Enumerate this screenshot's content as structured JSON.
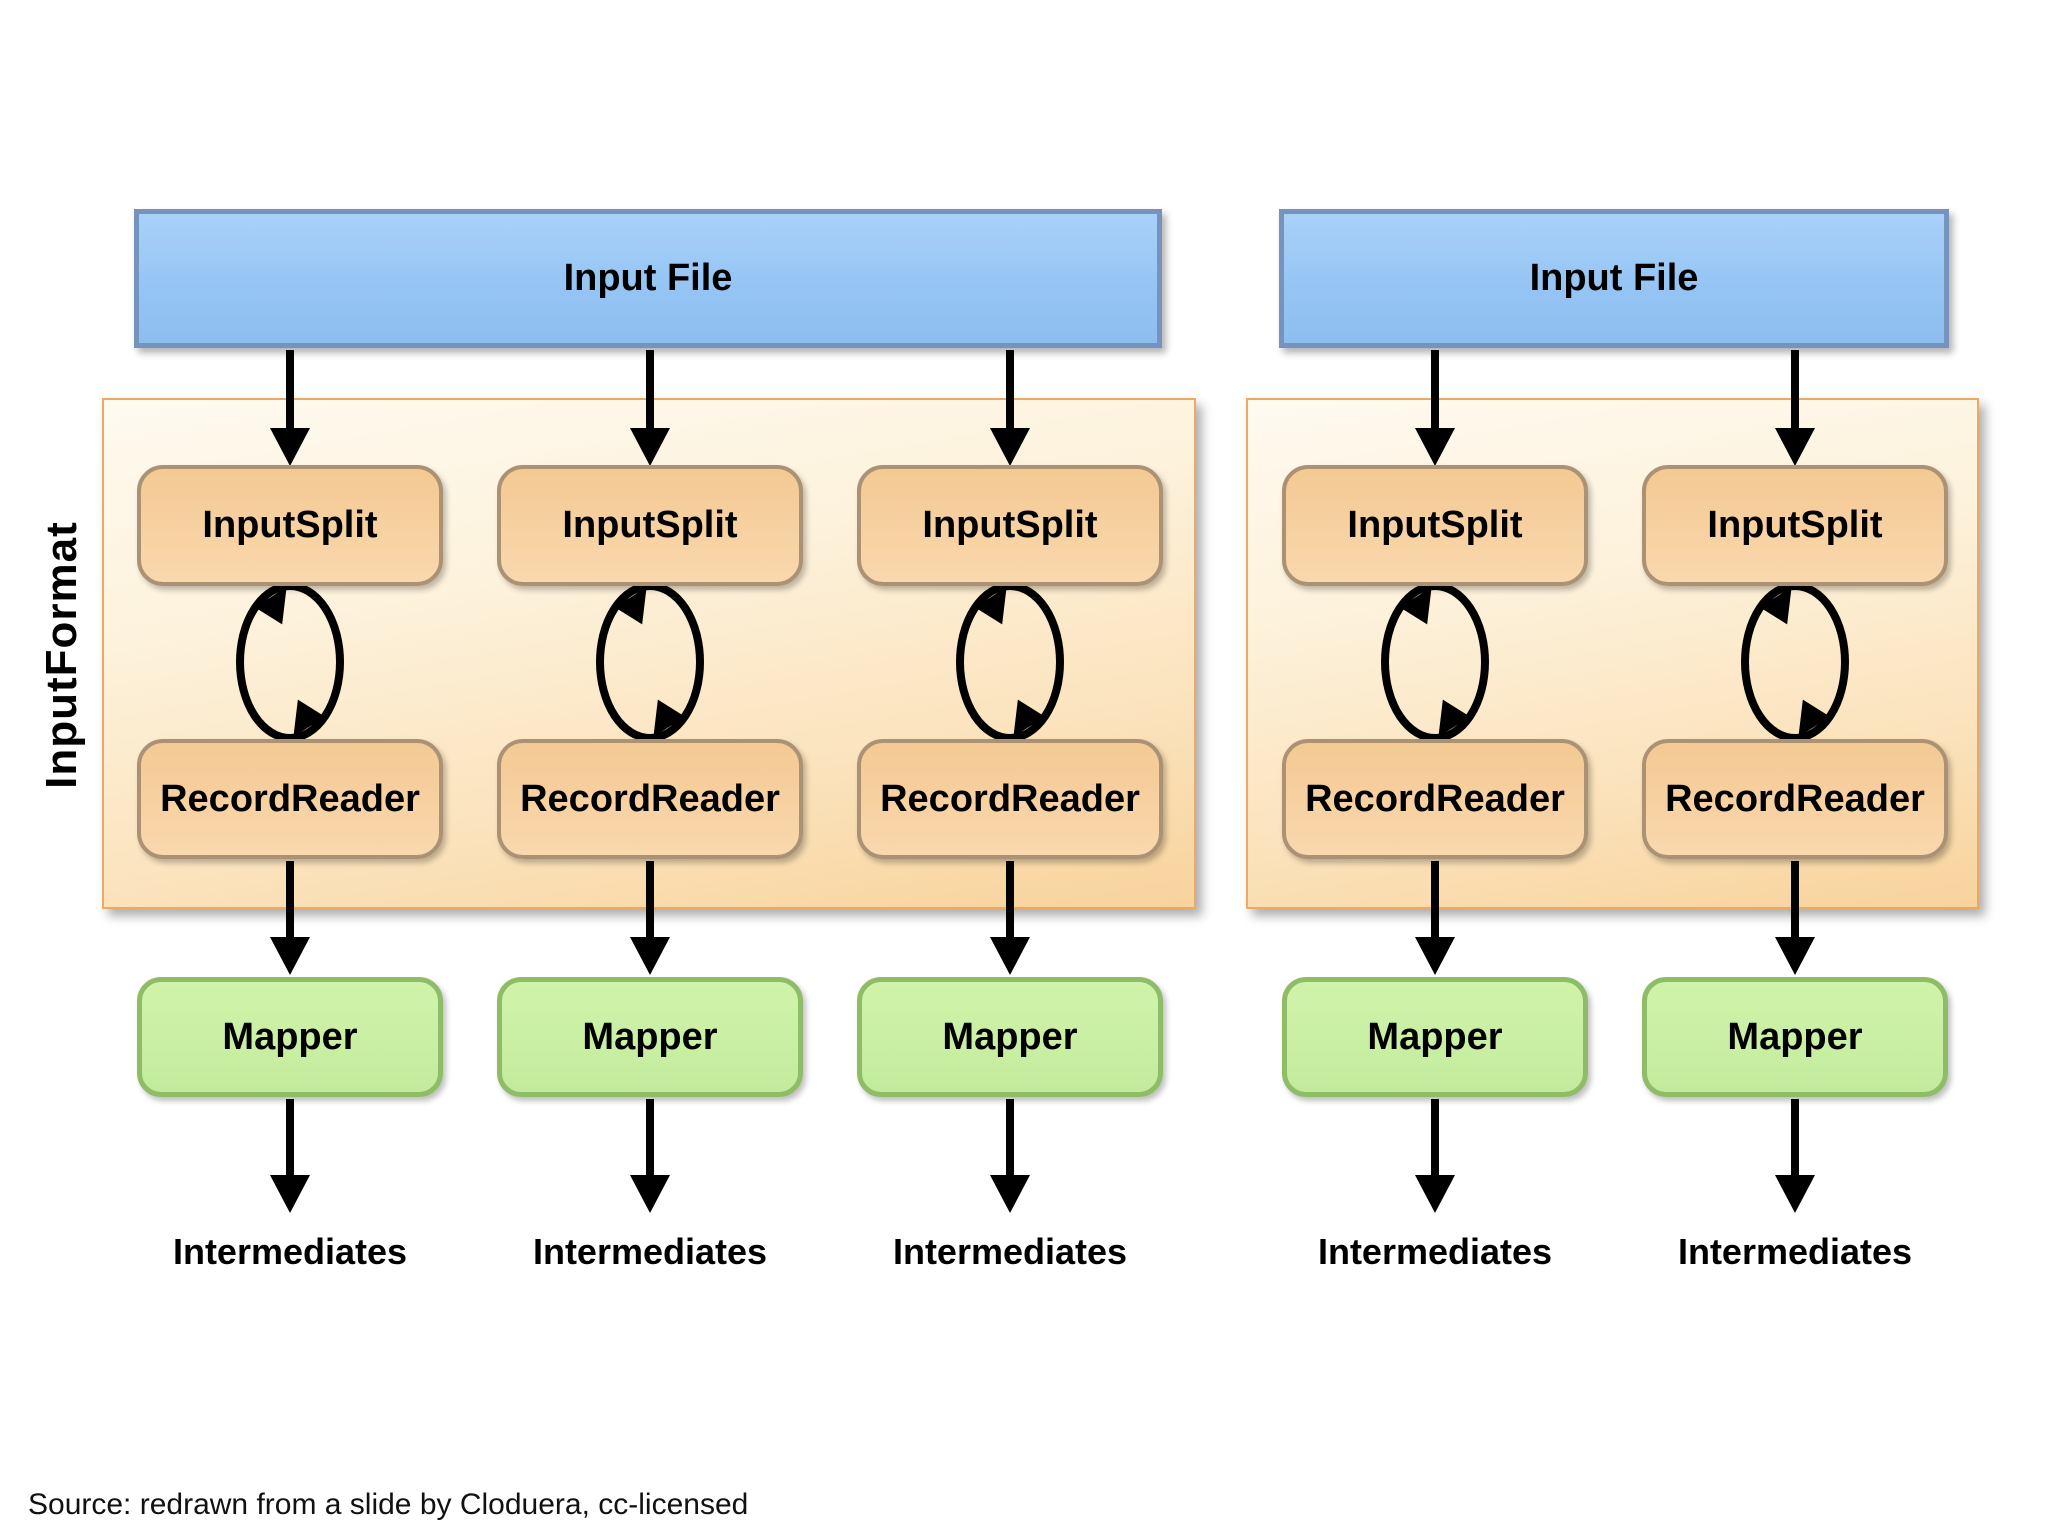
{
  "diagram": {
    "input_format_label": "InputFormat",
    "source_note": "Source: redrawn from a slide by Cloduera, cc-licensed",
    "groups": [
      {
        "input_file": "Input File",
        "columns": [
          {
            "split": "InputSplit",
            "reader": "RecordReader",
            "mapper": "Mapper",
            "intermediates": "Intermediates"
          },
          {
            "split": "InputSplit",
            "reader": "RecordReader",
            "mapper": "Mapper",
            "intermediates": "Intermediates"
          },
          {
            "split": "InputSplit",
            "reader": "RecordReader",
            "mapper": "Mapper",
            "intermediates": "Intermediates"
          }
        ]
      },
      {
        "input_file": "Input File",
        "columns": [
          {
            "split": "InputSplit",
            "reader": "RecordReader",
            "mapper": "Mapper",
            "intermediates": "Intermediates"
          },
          {
            "split": "InputSplit",
            "reader": "RecordReader",
            "mapper": "Mapper",
            "intermediates": "Intermediates"
          }
        ]
      }
    ],
    "colors": {
      "input_file_fill": "#96c5f4",
      "input_file_border": "#7593bd",
      "container_fill_top": "#fefaf0",
      "container_fill_bottom": "#f8d39c",
      "container_border": "#eaaa66",
      "process_box_fill": "#f6cd9d",
      "process_box_border": "#ab9274",
      "mapper_fill": "#c9efa3",
      "mapper_border": "#8fbc67",
      "arrow": "#000000",
      "text": "#000000",
      "background": "#ffffff"
    }
  }
}
